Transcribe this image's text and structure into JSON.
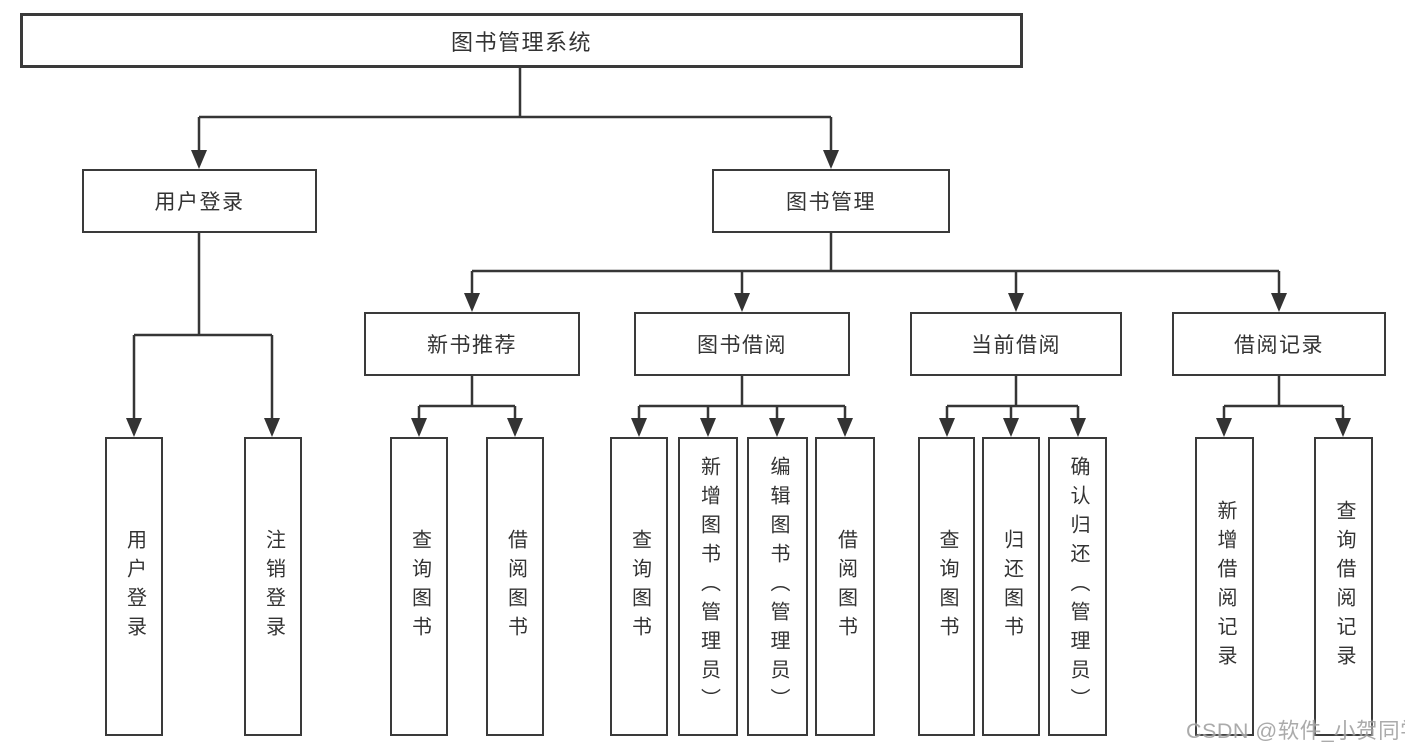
{
  "colors": {
    "background": "#ffffff",
    "line": "#363636",
    "box_border": "#3a3a3a",
    "text": "#333333",
    "watermark": "#989898"
  },
  "nodes": {
    "root": "图书管理系统",
    "user_login": "用户登录",
    "book_mgmt": "图书管理",
    "new_book_rec": "新书推荐",
    "book_borrow": "图书借阅",
    "current_borrow": "当前借阅",
    "borrow_record": "借阅记录",
    "leaf_user_login": "用户登录",
    "leaf_logout": "注销登录",
    "leaf_query_book_rec": "查询图书",
    "leaf_borrow_book_rec": "借阅图书",
    "leaf_query_book_borrow": "查询图书",
    "leaf_add_book_admin": "新增图书（管理员）",
    "leaf_edit_book_admin": "编辑图书（管理员）",
    "leaf_borrow_book_borrow": "借阅图书",
    "leaf_query_book_current": "查询图书",
    "leaf_return_book": "归还图书",
    "leaf_confirm_return_admin": "确认归还（管理员）",
    "leaf_add_borrow_record": "新增借阅记录",
    "leaf_query_borrow_record": "查询借阅记录"
  },
  "hierarchy": {
    "root": "图书管理系统",
    "children": [
      {
        "label": "用户登录",
        "children": [
          {
            "label": "用户登录"
          },
          {
            "label": "注销登录"
          }
        ]
      },
      {
        "label": "图书管理",
        "children": [
          {
            "label": "新书推荐",
            "children": [
              {
                "label": "查询图书"
              },
              {
                "label": "借阅图书"
              }
            ]
          },
          {
            "label": "图书借阅",
            "children": [
              {
                "label": "查询图书"
              },
              {
                "label": "新增图书（管理员）"
              },
              {
                "label": "编辑图书（管理员）"
              },
              {
                "label": "借阅图书"
              }
            ]
          },
          {
            "label": "当前借阅",
            "children": [
              {
                "label": "查询图书"
              },
              {
                "label": "归还图书"
              },
              {
                "label": "确认归还（管理员）"
              }
            ]
          },
          {
            "label": "借阅记录",
            "children": [
              {
                "label": "新增借阅记录"
              },
              {
                "label": "查询借阅记录"
              }
            ]
          }
        ]
      }
    ]
  },
  "watermark": "CSDN @软件_小贺同学"
}
